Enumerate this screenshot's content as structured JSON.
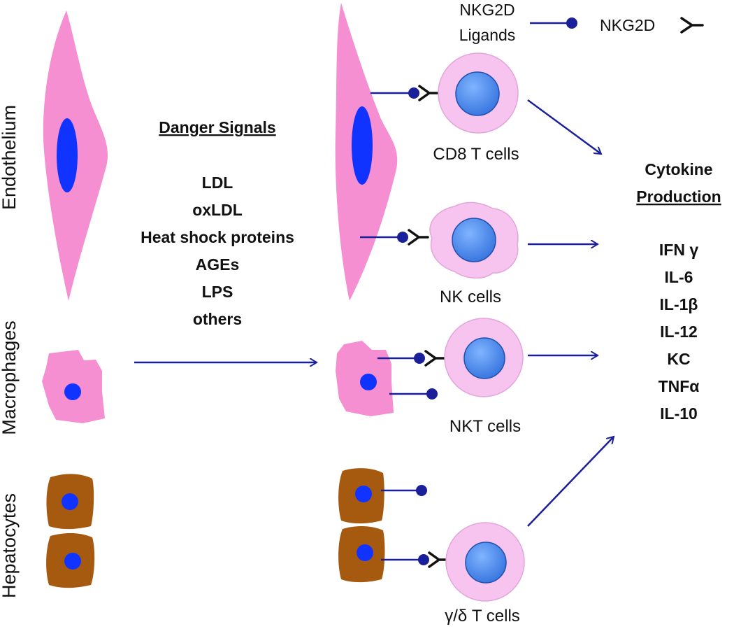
{
  "side_labels": {
    "endothelium": "Endothelium",
    "macrophages": "Macrophages",
    "hepatocytes": "Hepatocytes"
  },
  "legend": {
    "ligands_line1": "NKG2D",
    "ligands_line2": "Ligands",
    "receptor": "NKG2D"
  },
  "danger_signals": {
    "title": "Danger Signals",
    "items": [
      "LDL",
      "oxLDL",
      "Heat shock proteins",
      "AGEs",
      "LPS",
      "others"
    ]
  },
  "cell_labels": {
    "cd8": "CD8 T cells",
    "nk": "NK cells",
    "nkt": "NKT cells",
    "gd": "γ/δ T cells"
  },
  "cytokine": {
    "title_line1": "Cytokine",
    "title_line2": "Production",
    "items": [
      "IFN γ",
      "IL-6",
      "IL-1β",
      "IL-12",
      "KC",
      "TNFα",
      "IL-10"
    ]
  },
  "colors": {
    "endothelium": "#f58fd2",
    "nucleus": "#1133ff",
    "macrophage": "#f58fd2",
    "hepatocyte": "#a65a10",
    "lymph_outer": "#f6c4ee",
    "lymph_inner": "#4a8ef0",
    "arrow": "#1a1f9a",
    "ligand": "#1a1f9a"
  }
}
